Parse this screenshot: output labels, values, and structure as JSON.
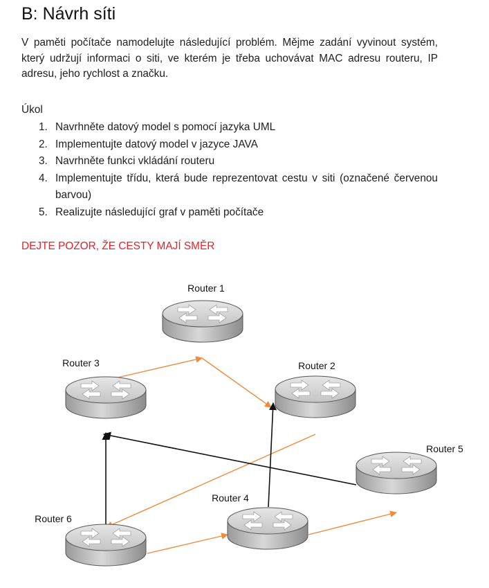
{
  "title": "B: Návrh síti",
  "intro": "V paměti počítače namodelujte následující problém. Mějme zadání vyvinout systém, který udržují informaci o siti, ve kterém je třeba uchovávat MAC adresu routeru, IP adresu, jeho rychlost a značku.",
  "task_heading": "Úkol",
  "tasks": [
    {
      "num": "1.",
      "text": "Navrhněte datový model s pomocí jazyka UML"
    },
    {
      "num": "2.",
      "text": "Implementujte datový model v jazyce JAVA"
    },
    {
      "num": "3.",
      "text": "Navrhněte funkci vkládání routeru"
    },
    {
      "num": "4.",
      "text": "Implementujte třídu, která bude reprezentovat cestu v siti (označené červenou barvou)"
    },
    {
      "num": "5.",
      "text": "Realizujte následující graf v paměti počítače"
    }
  ],
  "warning": "DEJTE POZOR, ŽE CESTY MAJÍ SMĚR",
  "colors": {
    "warning": "#e8202a",
    "edge_orange": "#f08a3c",
    "edge_black": "#111111",
    "router_body": "#cfcfcf"
  },
  "diagram": {
    "routers": [
      {
        "id": "r1",
        "label": "Router 1",
        "icon": "router-icon"
      },
      {
        "id": "r2",
        "label": "Router 2",
        "icon": "router-icon"
      },
      {
        "id": "r3",
        "label": "Router 3",
        "icon": "router-icon"
      },
      {
        "id": "r4",
        "label": "Router 4",
        "icon": "router-icon"
      },
      {
        "id": "r5",
        "label": "Router 5",
        "icon": "router-icon"
      },
      {
        "id": "r6",
        "label": "Router 6",
        "icon": "router-icon"
      }
    ],
    "edges": [
      {
        "from": "r3",
        "to": "r1",
        "color": "orange"
      },
      {
        "from": "r1",
        "to": "r2",
        "color": "orange"
      },
      {
        "from": "r2",
        "to": "r6",
        "color": "orange"
      },
      {
        "from": "r6",
        "to": "r4",
        "color": "orange"
      },
      {
        "from": "r4",
        "to": "r5",
        "color": "orange"
      },
      {
        "from": "r6",
        "to": "r3",
        "color": "black"
      },
      {
        "from": "r4",
        "to": "r2",
        "color": "black"
      },
      {
        "from": "r5",
        "to": "r3",
        "color": "black"
      }
    ]
  }
}
